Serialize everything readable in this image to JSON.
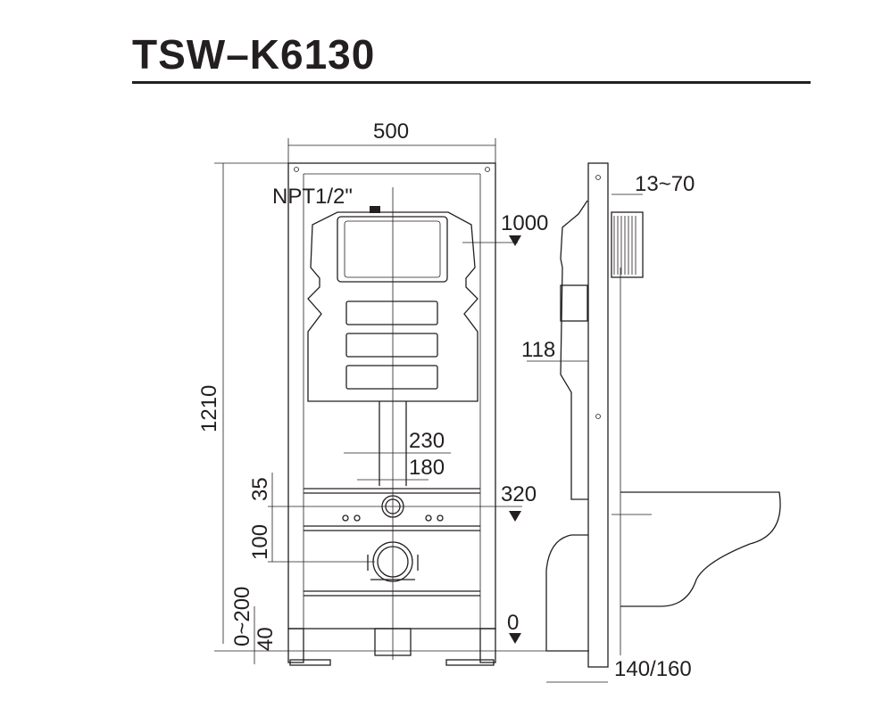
{
  "title": "TSW–K6130",
  "dimensions": {
    "width": "500",
    "supply": "NPT1/2\"",
    "flush_height": "1000",
    "frame_height": "1210",
    "tank_depth": "118",
    "wall_range": "13~70",
    "bolt_outer": "230",
    "bolt_inner": "180",
    "bolt_offset": "35",
    "bolt_height": "320",
    "drain_offset": "100",
    "leg_adjust": "0~200",
    "foot": "40",
    "floor": "0",
    "depth": "140/160"
  }
}
